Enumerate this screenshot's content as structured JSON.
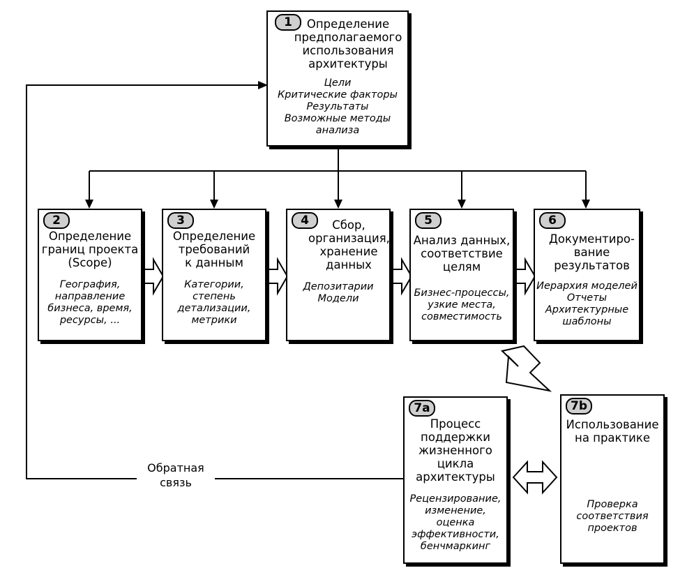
{
  "steps": [
    {
      "num": "1",
      "title": "Определение\nпредполагаемого\nиспользования\nархитектуры",
      "items": "Цели\nКритические факторы\nРезультаты\nВозможные методы\nанализа"
    },
    {
      "num": "2",
      "title": "Определение\nграниц проекта\n(Scope)",
      "items": "География,\nнаправление\nбизнеса, время,\nресурсы, ..."
    },
    {
      "num": "3",
      "title": "Определение\nтребований\nк данным",
      "items": "Категории,\nстепень\nдетализации,\nметрики"
    },
    {
      "num": "4",
      "title": "Сбор,\nорганизация,\nхранение\nданных",
      "items": "Депозитарии\nМодели"
    },
    {
      "num": "5",
      "title": "Анализ данных,\nсоответствие\nцелям",
      "items": "Бизнес-процессы,\nузкие места,\nсовместимость"
    },
    {
      "num": "6",
      "title": "Документиро-\nвание\nрезультатов",
      "items": "Иерархия моделей\nОтчеты\nАрхитектурные\nшаблоны"
    },
    {
      "num": "7a",
      "title": "Процесс\nподдержки\nжизненного\nцикла\nархитектуры",
      "items": "Рецензирование,\nизменение,\nоценка\nэффективности,\nбенчмаркинг"
    },
    {
      "num": "7b",
      "title": "Использование\nна практике",
      "items": "Проверка\nсоответствия\nпроектов"
    }
  ],
  "feedback_label": "Обратная\nсвязь"
}
